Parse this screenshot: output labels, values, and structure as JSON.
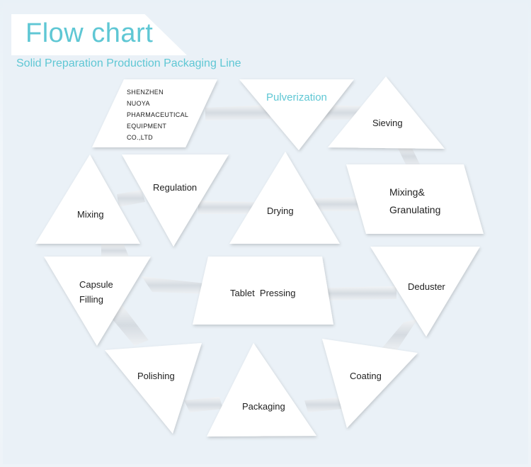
{
  "header": {
    "title": "Flow chart",
    "subtitle": "Solid Preparation Production Packaging Line"
  },
  "colors": {
    "accent": "#5fc7d4",
    "shape_fill": "#ffffff",
    "belt": "#d7dde3",
    "background": "#eaf1f7"
  },
  "company": {
    "line1": "SHENZHEN",
    "line2": "NUOYA",
    "line3": "PHARMACEUTICAL",
    "line4": "EQUIPMENT",
    "line5": "CO.,LTD"
  },
  "steps": {
    "pulverization": "Pulverization",
    "sieving": "Sieving",
    "mixing_granulating_1": "Mixing&",
    "mixing_granulating_2": "Granulating",
    "drying": "Drying",
    "regulation": "Regulation",
    "mixing": "Mixing",
    "capsule_filling_1": "Capsule",
    "capsule_filling_2": "Filling",
    "tablet_pressing": "Tablet  Pressing",
    "deduster": "Deduster",
    "polishing": "Polishing",
    "packaging": "Packaging",
    "coating": "Coating"
  }
}
